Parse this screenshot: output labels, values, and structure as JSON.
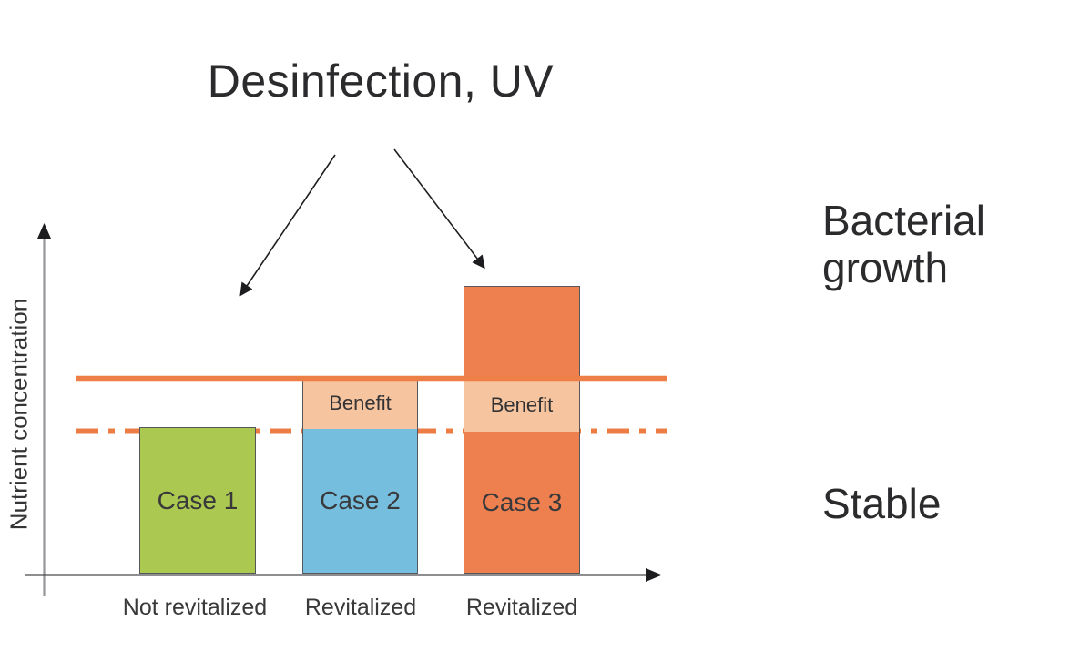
{
  "title": "Desinfection, UV",
  "y_axis_label": "Nutrient concentration",
  "right_labels": {
    "top": "Bacterial growth",
    "bottom": "Stable"
  },
  "bars": [
    {
      "label": "Case 1",
      "x_label": "Not revitalized",
      "color": "#abc851"
    },
    {
      "label": "Case 2",
      "x_label": "Revitalized",
      "color": "#76bedd",
      "benefit_label": "Benefit"
    },
    {
      "label": "Case 3",
      "x_label": "Revitalized",
      "color": "#ee8050",
      "benefit_label": "Benefit"
    }
  ],
  "colors": {
    "green_bar": "#abc851",
    "blue_bar": "#76bedd",
    "orange_bar": "#ee8050",
    "benefit_band": "#f6c49e",
    "threshold_lines": "#ed7c44",
    "bar_border": "#56575b",
    "axis_x": "#4a4a4d",
    "axis_y": "#96969a",
    "text": "#2e2e30"
  },
  "chart_data": {
    "type": "bar",
    "title": "Desinfection, UV",
    "ylabel": "Nutrient concentration",
    "categories": [
      "Not revitalized",
      "Revitalized",
      "Revitalized"
    ],
    "series": [
      {
        "name": "Case 1",
        "relative_height": 1.0,
        "benefit_band": null
      },
      {
        "name": "Case 2",
        "relative_height": 1.37,
        "benefit_band": [
          1.0,
          1.37
        ]
      },
      {
        "name": "Case 3",
        "relative_height": 2.0,
        "benefit_band": [
          1.0,
          1.37
        ]
      }
    ],
    "reference_lines": [
      {
        "style": "solid",
        "relative_value": 1.37,
        "label_above": "Bacterial growth"
      },
      {
        "style": "dash-dot",
        "relative_value": 1.0,
        "label_below": "Stable"
      }
    ],
    "annotations": [
      {
        "text": "Desinfection, UV",
        "targets": [
          "Case 1 region",
          "Case 3 bar"
        ],
        "kind": "arrows"
      },
      {
        "text": "Benefit",
        "location": "band between dash-dot and solid lines in Case 2 and Case 3"
      }
    ],
    "axis_numeric": false,
    "grid": false,
    "legend": false
  }
}
